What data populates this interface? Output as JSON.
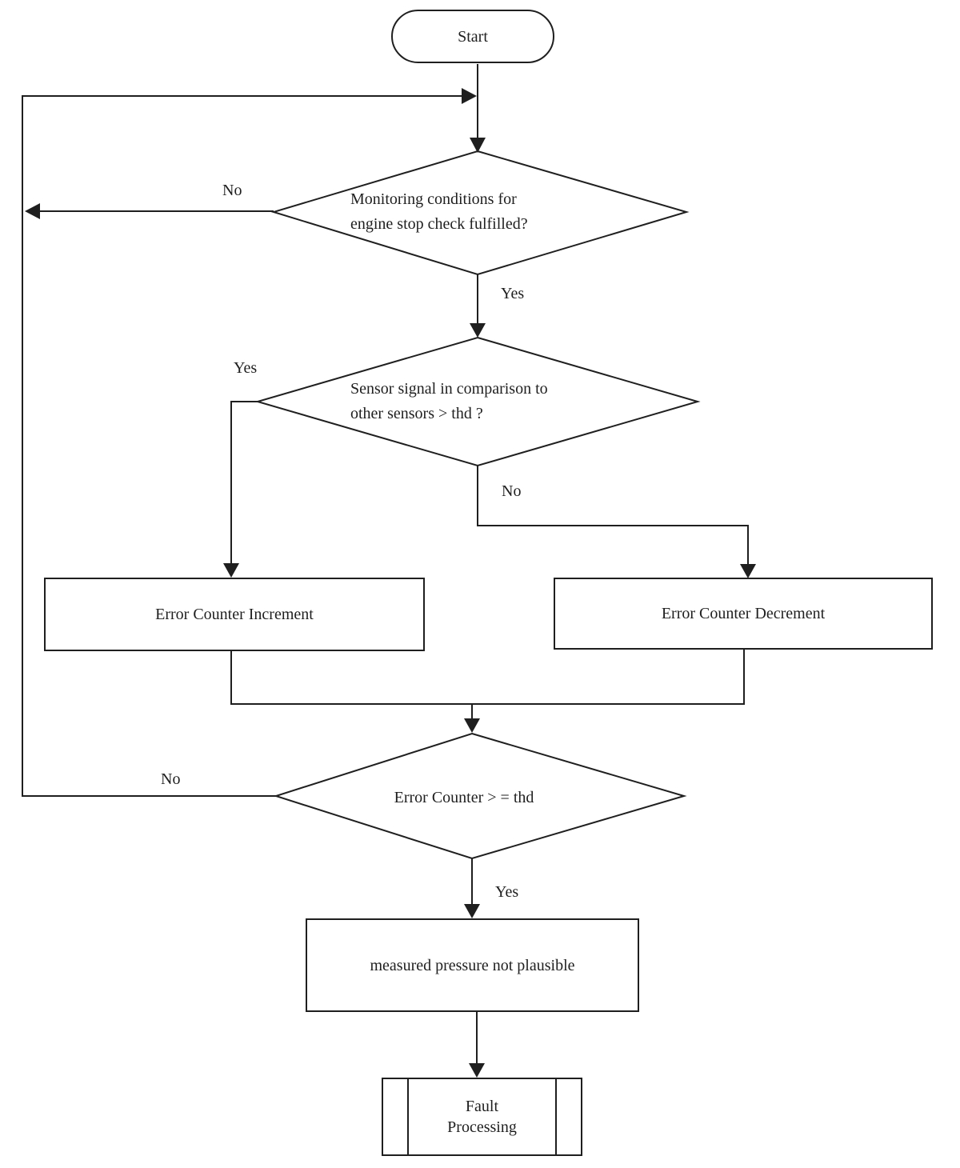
{
  "flowchart": {
    "nodes": {
      "start": {
        "type": "terminator",
        "label": "Start"
      },
      "decision_monitoring": {
        "type": "decision",
        "line1": "Monitoring conditions for",
        "line2": "engine stop check fulfilled?"
      },
      "decision_sensor": {
        "type": "decision",
        "line1": "Sensor signal in comparison to",
        "line2": "other sensors > thd ?"
      },
      "process_increment": {
        "type": "process",
        "label": "Error Counter Increment"
      },
      "process_decrement": {
        "type": "process",
        "label": "Error Counter Decrement"
      },
      "decision_counter": {
        "type": "decision",
        "label": "Error Counter > = thd"
      },
      "process_not_plausible": {
        "type": "process",
        "label": "measured pressure not plausible"
      },
      "predefined_fault": {
        "type": "predefined-process",
        "line1": "Fault",
        "line2": "Processing"
      }
    },
    "edge_labels": {
      "monitoring_no": "No",
      "monitoring_yes": "Yes",
      "sensor_yes": "Yes",
      "sensor_no": "No",
      "counter_no": "No",
      "counter_yes": "Yes"
    },
    "colors": {
      "ink": "#1f1f1f",
      "background": "#ffffff"
    }
  }
}
